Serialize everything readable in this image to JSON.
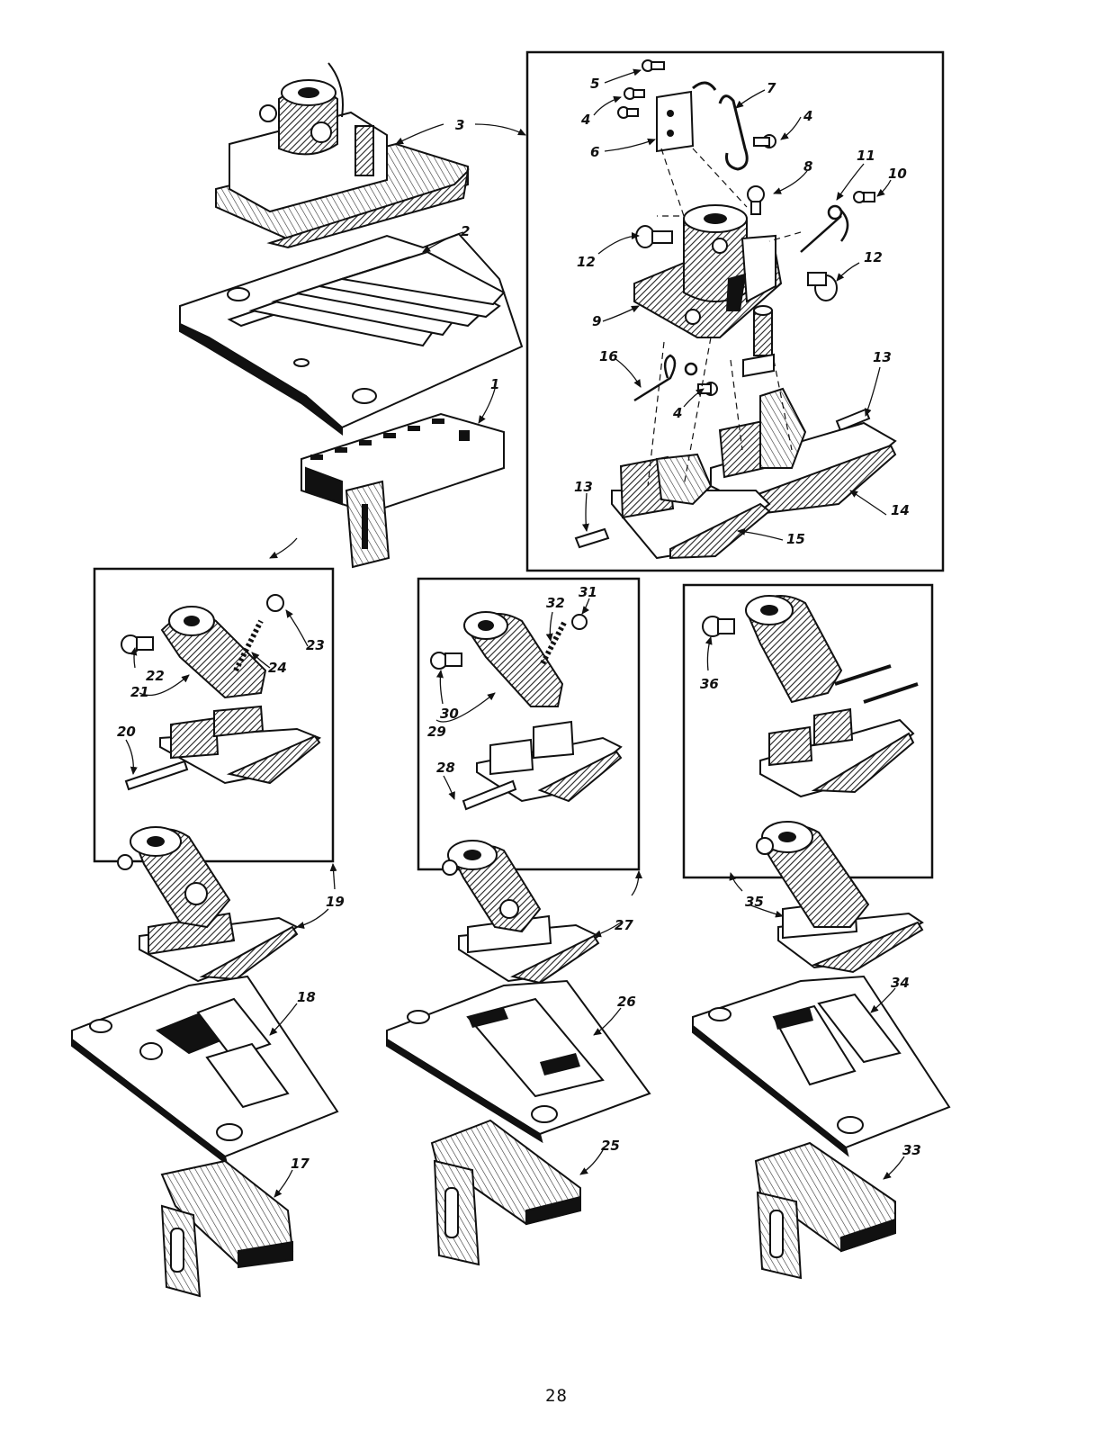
{
  "page": {
    "number": "28"
  },
  "callouts": {
    "c1": "1",
    "c2": "2",
    "c3": "3",
    "c4a": "4",
    "c4b": "4",
    "c4c": "4",
    "c5": "5",
    "c6": "6",
    "c7": "7",
    "c8": "8",
    "c9": "9",
    "c10": "10",
    "c11": "11",
    "c12a": "12",
    "c12b": "12",
    "c13a": "13",
    "c13b": "13",
    "c14": "14",
    "c15": "15",
    "c16": "16",
    "c17": "17",
    "c18": "18",
    "c19": "19",
    "c20": "20",
    "c21": "21",
    "c22": "22",
    "c23": "23",
    "c24": "24",
    "c25": "25",
    "c26": "26",
    "c27": "27",
    "c28": "28",
    "c29": "29",
    "c30": "30",
    "c31": "31",
    "c32": "32",
    "c33": "33",
    "c34": "34",
    "c35": "35",
    "c36": "36"
  }
}
